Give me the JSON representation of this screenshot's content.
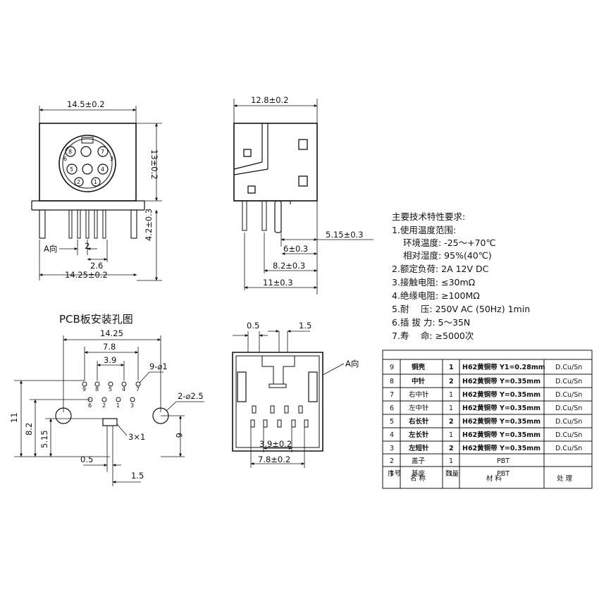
{
  "front": {
    "width": "14.5±0.2",
    "height": "13±0.2",
    "pin_a_label": "A向",
    "pin_gap": "2",
    "pin_26": "2.6",
    "base_width": "14.25±0.2",
    "leg": "4.2±0.3",
    "pin_numbers": [
      "8",
      "7",
      "5",
      "4",
      "6",
      "3",
      "2",
      "1"
    ]
  },
  "side": {
    "width": "12.8±0.2",
    "d515": "5.15±0.3",
    "d6": "6±0.3",
    "d82": "8.2±0.3",
    "d11": "11±0.3"
  },
  "pcb": {
    "title": "PCB板安装孔图",
    "w1425": "14.25",
    "w78": "7.8",
    "w39": "3.9",
    "hole9": "9-⌀1",
    "hole2": "2-⌀2.5",
    "d3x1": "3×1",
    "h11": "11",
    "h82": "8.2",
    "h515": "5.15",
    "h6": "6",
    "d05": "0.5",
    "d15": "1.5",
    "row1": [
      "9",
      "8",
      "5",
      "4",
      "7"
    ],
    "row2": [
      "6",
      "2",
      "1",
      "3"
    ]
  },
  "bottom": {
    "d05": "0.5",
    "d15": "1.5",
    "a_label": "A向",
    "d39": "3.9±0.2",
    "d78": "7.8±0.2"
  },
  "specs": {
    "title": "主要技术特性要求:",
    "items": [
      "1.使用温度范围:",
      "环境温度: -25～+70℃",
      "相对湿度: 95%(40℃)",
      "2.额定负荷: 2A 12V DC",
      "3.接触电阻: ≤30mΩ",
      "4.绝缘电阻: ≥100MΩ",
      "5.耐　 压: 250V AC (50Hz) 1min",
      "6.插 拔 力: 5～35N",
      "7.寿　 命: ≥5000次"
    ]
  },
  "table": {
    "headers": [
      "序号",
      "名 称",
      "数量",
      "材 料",
      "处 理"
    ],
    "rows": [
      [
        "9",
        "铜壳",
        "1",
        "H62黄铜带 Y1=0.28mm",
        "D.Cu/Sn"
      ],
      [
        "8",
        "中针",
        "2",
        "H62黄铜带 Y=0.35mm",
        "D.Cu/Sn"
      ],
      [
        "7",
        "右中针",
        "1",
        "H62黄铜带 Y=0.35mm",
        "D.Cu/Sn"
      ],
      [
        "6",
        "左中针",
        "1",
        "H62黄铜带 Y=0.35mm",
        "D.Cu/Sn"
      ],
      [
        "5",
        "右长针",
        "2",
        "H62黄铜带 Y=0.35mm",
        "D.Cu/Sn"
      ],
      [
        "4",
        "左长针",
        "1",
        "H62黄铜带 Y=0.35mm",
        "D.Cu/Sn"
      ],
      [
        "3",
        "左短针",
        "2",
        "H62黄铜带 Y=0.35mm",
        "D.Cu/Sn"
      ],
      [
        "2",
        "盖子",
        "1",
        "PBT",
        ""
      ],
      [
        "1",
        "基座",
        "1",
        "PBT",
        ""
      ]
    ]
  }
}
